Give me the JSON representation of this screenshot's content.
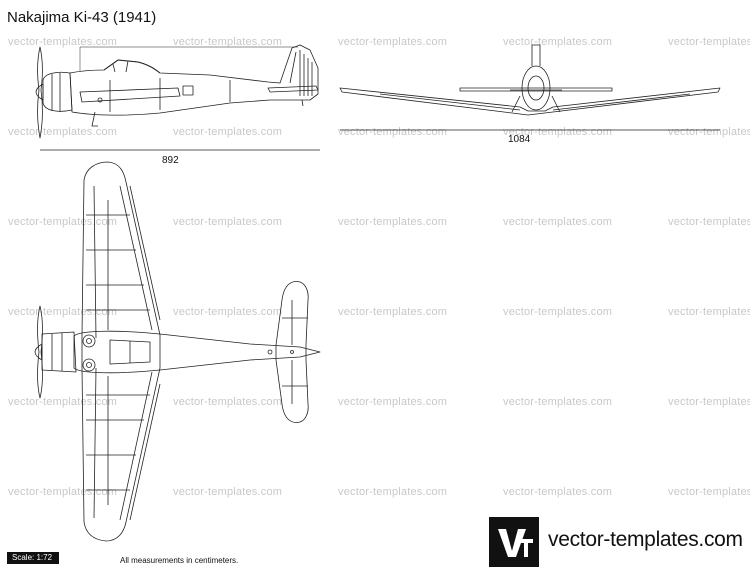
{
  "title": "Nakajima Ki-43 (1941)",
  "watermark_text": "vector-templates.com",
  "watermark_rows": 6,
  "dimensions": {
    "side_length": "892",
    "front_span": "1084"
  },
  "scale_label": "Scale: 1:72",
  "measurement_note": "All measurements in centimeters.",
  "logo": {
    "monogram": "VT",
    "brand_text": "vector-templates.com"
  },
  "colors": {
    "line": "#222222",
    "watermark": "#c8c8c8",
    "logo_bg": "#111111"
  }
}
